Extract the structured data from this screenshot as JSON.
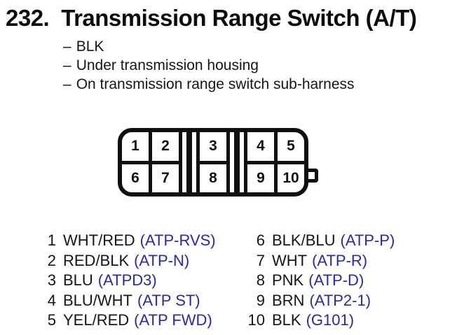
{
  "header": {
    "number": "232.",
    "title": "Transmission Range Switch (A/T)"
  },
  "notes": [
    {
      "bullet": "–",
      "text": "BLK"
    },
    {
      "bullet": "–",
      "text": "Under transmission housing"
    },
    {
      "bullet": "–",
      "text": "On transmission range switch sub-harness"
    }
  ],
  "connector": {
    "cavities": [
      "1",
      "2",
      "3",
      "4",
      "5",
      "6",
      "7",
      "8",
      "9",
      "10"
    ]
  },
  "pins": {
    "left": [
      {
        "num": "1",
        "wire": "WHT/RED",
        "signal": "(ATP-RVS)"
      },
      {
        "num": "2",
        "wire": "RED/BLK",
        "signal": "(ATP-N)"
      },
      {
        "num": "3",
        "wire": "BLU",
        "signal": "(ATPD3)"
      },
      {
        "num": "4",
        "wire": "BLU/WHT",
        "signal": "(ATP ST)"
      },
      {
        "num": "5",
        "wire": "YEL/RED",
        "signal": "(ATP FWD)"
      }
    ],
    "right": [
      {
        "num": "6",
        "wire": "BLK/BLU",
        "signal": "(ATP-P)"
      },
      {
        "num": "7",
        "wire": "WHT",
        "signal": "(ATP-R)"
      },
      {
        "num": "8",
        "wire": "PNK",
        "signal": "(ATP-D)"
      },
      {
        "num": "9",
        "wire": "BRN",
        "signal": "(ATP2-1)"
      },
      {
        "num": "10",
        "wire": "BLK",
        "signal": "(G101)"
      }
    ]
  },
  "colors": {
    "ink": "#111111",
    "signal_blue": "#2828b0"
  }
}
